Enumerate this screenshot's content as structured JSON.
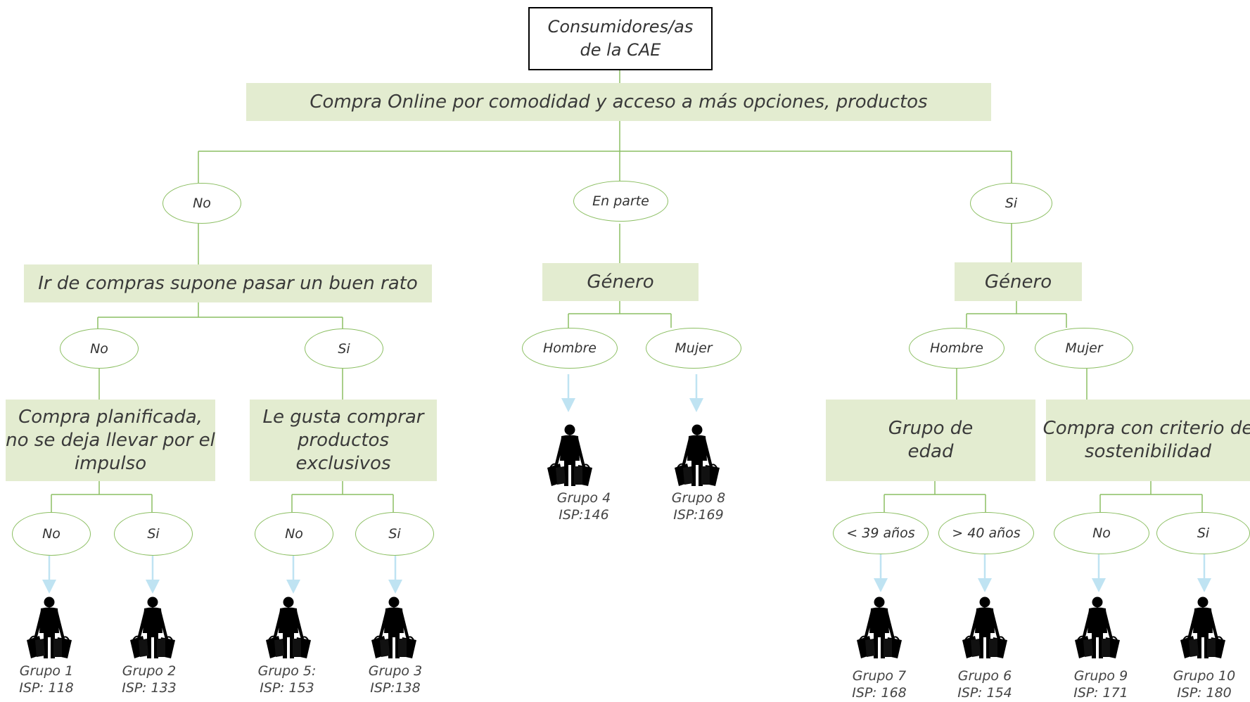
{
  "root": {
    "label": "Consumidores/as\nde la CAE"
  },
  "q1": {
    "label": "Compra Online por comodidad y acceso a más opciones, productos"
  },
  "q1_options": {
    "no": "No",
    "en_parte": "En parte",
    "si": "Si"
  },
  "left": {
    "question": "Ir de compras supone pasar un buen rato",
    "options": {
      "no": "No",
      "si": "Si"
    },
    "no_branch": {
      "question": "Compra planificada,\nno se deja llevar por el\nimpulso",
      "options": {
        "no": "No",
        "si": "Si"
      },
      "groups": [
        {
          "name": "Grupo  1",
          "isp": "ISP: 118"
        },
        {
          "name": "Grupo  2",
          "isp": "ISP: 133"
        }
      ]
    },
    "si_branch": {
      "question": "Le gusta comprar\nproductos exclusivos",
      "options": {
        "no": "No",
        "si": "Si"
      },
      "groups": [
        {
          "name": "Grupo 5:",
          "isp": "ISP: 153"
        },
        {
          "name": "Grupo 3",
          "isp": "ISP:138"
        }
      ]
    }
  },
  "middle": {
    "question": "Género",
    "options": {
      "hombre": "Hombre",
      "mujer": "Mujer"
    },
    "groups": [
      {
        "name": "Grupo 4",
        "isp": "ISP:146"
      },
      {
        "name": "Grupo 8",
        "isp": "ISP:169"
      }
    ]
  },
  "right": {
    "question": "Género",
    "options": {
      "hombre": "Hombre",
      "mujer": "Mujer"
    },
    "hombre_branch": {
      "question": "Grupo de\nedad",
      "options": {
        "a": "< 39 años",
        "b": "> 40 años"
      },
      "groups": [
        {
          "name": "Grupo 7",
          "isp": "ISP: 168"
        },
        {
          "name": "Grupo 6",
          "isp": "ISP: 154"
        }
      ]
    },
    "mujer_branch": {
      "question": "Compra con criterio de\nsostenibilidad",
      "options": {
        "no": "No",
        "si": "Si"
      },
      "groups": [
        {
          "name": "Grupo 9",
          "isp": "ISP: 171"
        },
        {
          "name": "Grupo 10",
          "isp": "ISP: 180"
        }
      ]
    }
  },
  "colors": {
    "line": "#8cbf63",
    "box_fill": "#e3ecd0",
    "arrow": "#bfe3f2"
  },
  "icons": {
    "leaf": "shopper-icon"
  }
}
